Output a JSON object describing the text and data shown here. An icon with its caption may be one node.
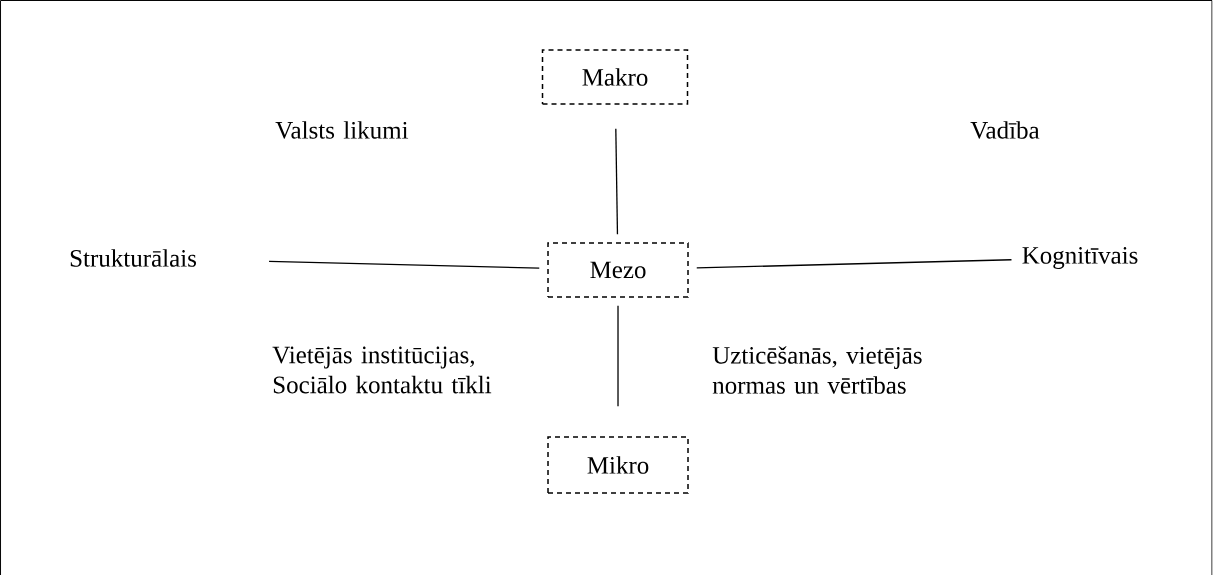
{
  "diagram": {
    "nodes": [
      {
        "text": [
          "Makro"
        ]
      },
      {
        "text": [
          "Mezo"
        ]
      },
      {
        "text": [
          "Mikro"
        ]
      },
      {
        "text": [
          "Strukturālais"
        ]
      },
      {
        "text": [
          "Kognitīvais"
        ]
      }
    ],
    "edges": [
      {
        "from": 0,
        "to": 1,
        "arrow": "none"
      },
      {
        "from": 1,
        "to": 2,
        "arrow": "none"
      },
      {
        "from": 3,
        "to": 1,
        "arrow": "none"
      },
      {
        "from": 1,
        "to": 4,
        "arrow": "none"
      }
    ],
    "labels": [
      "Valsts likumi",
      "Vadība",
      "Vietējās institūcijas, Sociālo kontaktu tīkli",
      "Uzticēšanās, vietējās normas un vērtības"
    ]
  }
}
